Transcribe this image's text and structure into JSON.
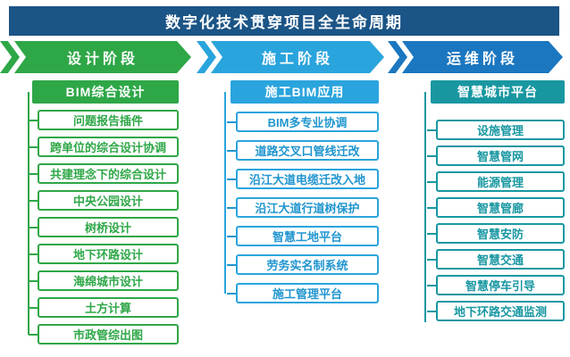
{
  "title": "数字化技术贯穿项目全生命周期",
  "phases": [
    {
      "label": "设计阶段",
      "color": "#2EA747"
    },
    {
      "label": "施工阶段",
      "color": "#2AA4DD"
    },
    {
      "label": "运维阶段",
      "color": "#1B77C0"
    }
  ],
  "columns": [
    {
      "header": "BIM综合设计",
      "color": "#2EA747",
      "items": [
        "问题报告插件",
        "跨单位的综合设计协调",
        "共建理念下的综合设计",
        "中央公园设计",
        "树桥设计",
        "地下环路设计",
        "海绵城市设计",
        "土方计算",
        "市政管综出图"
      ]
    },
    {
      "header": "施工BIM应用",
      "color": "#2AA4DD",
      "items": [
        "BIM多专业协调",
        "道路交叉口管线迁改",
        "沿江大道电缆迁改入地",
        "沿江大道行道树保护",
        "智慧工地平台",
        "劳务实名制系统",
        "施工管理平台"
      ]
    },
    {
      "header": "智慧城市平台",
      "color": "#1897A1",
      "items": [
        "设施管理",
        "智慧管网",
        "能源管理",
        "智慧管廊",
        "智慧安防",
        "智慧交通",
        "智慧停车引导",
        "地下环路交通监测"
      ]
    }
  ],
  "colors": {
    "title_bar": "#1B5486",
    "design_green": "#2EA747",
    "construction_blue": "#2AA4DD",
    "operation_blue": "#1B77C0",
    "platform_teal": "#1897A1"
  }
}
